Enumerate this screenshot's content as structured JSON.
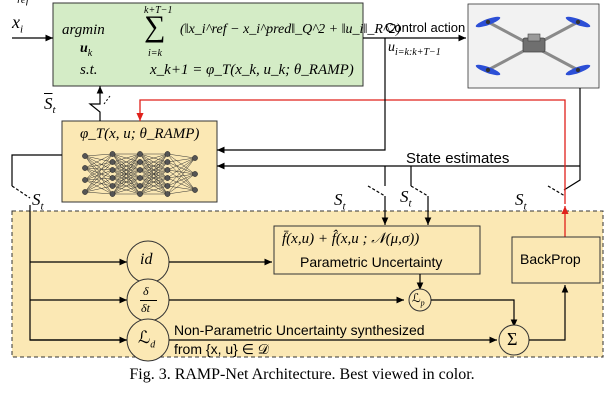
{
  "input": {
    "label": "x",
    "sub": "i",
    "sup": "ref"
  },
  "mpc": {
    "argmin": "argmin",
    "argmin_var": "u",
    "argmin_var_sub": "k",
    "sum_upper": "k+T−1",
    "sum_lower": "i=k",
    "sum_symbol": "∑",
    "cost": "(‖x_i^ref − x_i^pred‖_Q^2 + ‖u_i‖_R^2)",
    "st": "s.t.",
    "constraint": "x_k+1 = φ_T(x_k, u_k; θ_RAMP)"
  },
  "control": {
    "label": "Control action",
    "value_sub": "i=k:k+T−1",
    "value": "u"
  },
  "feedback": {
    "sbar_label": "S",
    "sbar_sub": "t"
  },
  "model": {
    "label": "φ_T(x, u; θ_RAMP)"
  },
  "state_estimates": "State estimates",
  "st_labels": {
    "left": "S",
    "mid1": "S",
    "mid2": "S",
    "right": "S",
    "sub": "t"
  },
  "blocks": {
    "id": "id",
    "deriv_top": "δ",
    "deriv_bot": "δt",
    "ld_symbol": "ℒ",
    "ld_sub": "d",
    "lp_symbol": "ℒ",
    "lp_sub": "p",
    "sum": "Σ",
    "backprop": "BackProp",
    "param_formula": "f̄(x,u) + f̂(x,u ; 𝒩(μ,σ))",
    "param_label": "Parametric Uncertainty"
  },
  "nonparam": {
    "line1": "Non-Parametric Uncertainty synthesized",
    "line2": "from {x, u} ∈ 𝒟"
  },
  "caption": "Fig. 3.   RAMP-Net Architecture. Best viewed in color.",
  "colors": {
    "mpc_fill": "#d4ecc6",
    "panel_fill": "#fbe8b4",
    "feedback_red": "#e0201b",
    "arrow": "#000000",
    "drone_blue": "#2c4fd6"
  }
}
